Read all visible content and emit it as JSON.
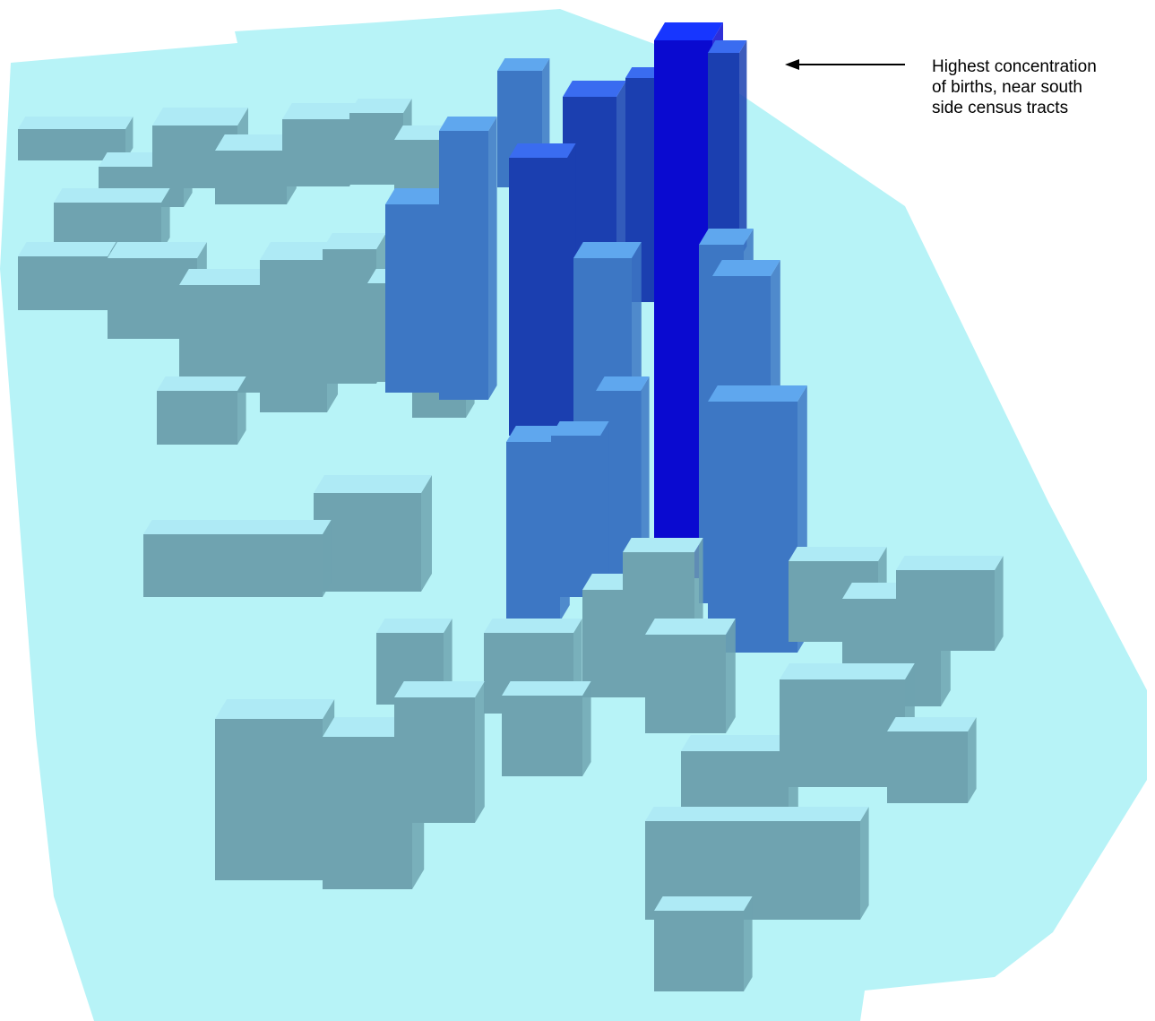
{
  "annotation": {
    "lines": [
      "Highest concentration",
      "of births, near south",
      "side census tracts"
    ]
  },
  "colors": {
    "background": "#ffffff",
    "ground": "#b7f3f7",
    "low_top": "#aeeaf5",
    "low_side": "#6fa3b0",
    "medium_top": "#5fa7ee",
    "medium_side": "#3d77c4",
    "high_top": "#3a6cf0",
    "high_side": "#1b3fb0",
    "highest_top": "#1736ff",
    "highest_side": "#0a0ad0",
    "arrow": "#000000"
  }
}
